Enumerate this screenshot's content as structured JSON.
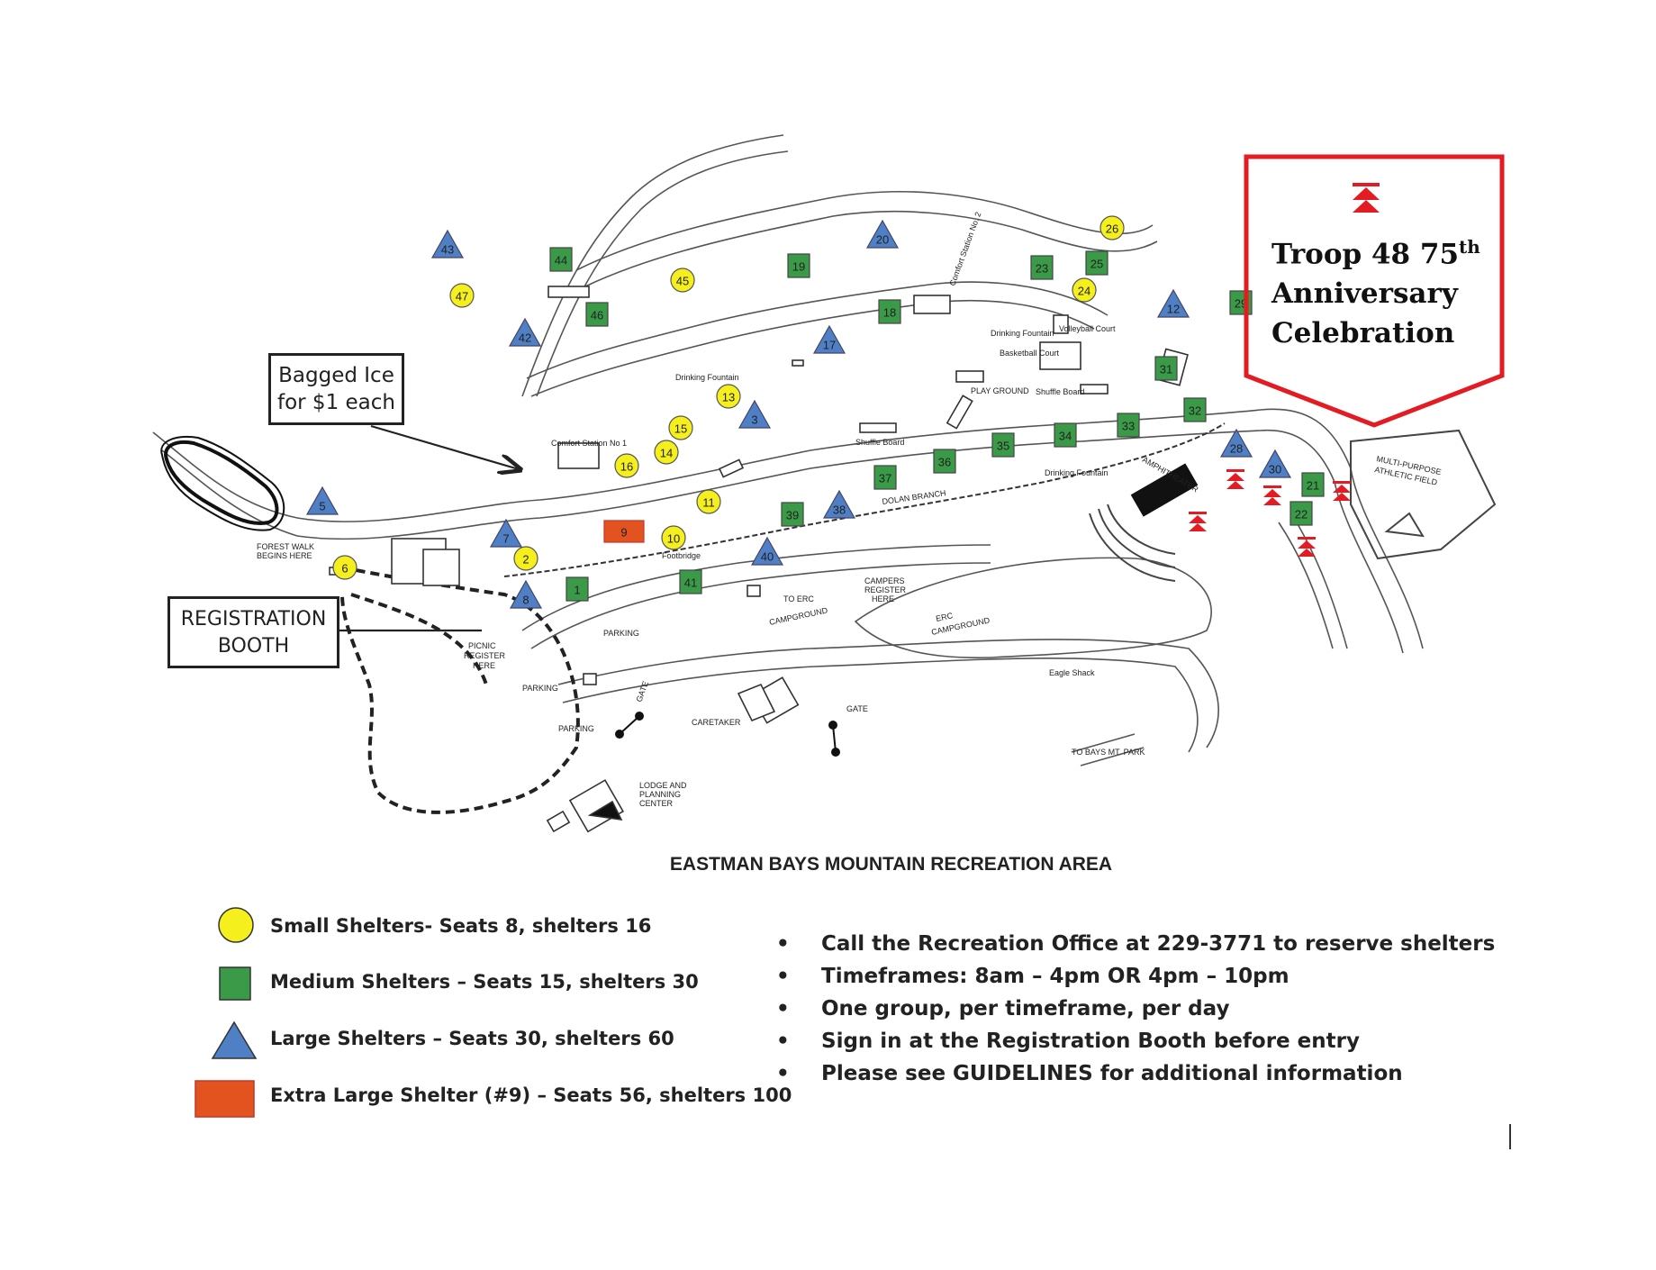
{
  "map": {
    "title": "EASTMAN BAYS MOUNTAIN RECREATION AREA",
    "colors": {
      "small": "#f5ef1e",
      "medium": "#3a9a48",
      "large": "#4f7fc4",
      "extra_large": "#e2531f",
      "highlight_red": "#e31b23"
    },
    "callouts": {
      "bagged_ice_line1": "Bagged Ice",
      "bagged_ice_line2": "for $1 each",
      "registration_line1": "REGISTRATION",
      "registration_line2": "BOOTH"
    },
    "highlight": {
      "line1": "Troop 48 75",
      "line1_sup": "th",
      "line2": "Anniversary",
      "line3": "Celebration"
    },
    "place_labels": {
      "forest_walk": "FOREST WALK",
      "begins_here": "BEGINS HERE",
      "picnic": "PICNIC",
      "register": "REGISTER",
      "here": "HERE",
      "parking": "PARKING",
      "gate": "GATE",
      "caretaker": "CARETAKER",
      "lodge": "LODGE AND",
      "planning": "PLANNING",
      "center": "CENTER",
      "to_erc": "TO ERC",
      "campground": "CAMPGROUND",
      "campers": "CAMPERS",
      "erc": "ERC",
      "eagle_shack": "Eagle Shack",
      "to_bays": "TO BAYS MT. PARK",
      "dolan_branch": "DOLAN BRANCH",
      "amphitheater": "AMPHITHEATER",
      "multi_purpose": "MULTI-PURPOSE",
      "athletic_field": "ATHLETIC FIELD",
      "play_ground": "PLAY GROUND",
      "volleyball_court": "Volleyball Court",
      "basketball_court": "Basketball Court",
      "shuffle_board": "Shuffle Board",
      "drinking_fountain": "Drinking Fountain",
      "comfort_station_1": "Comfort Station No 1",
      "comfort_station_2": "Comfort Station No. 2",
      "footbridge": "Footbridge"
    },
    "shelters": {
      "small": [
        "2",
        "6",
        "10",
        "11",
        "13",
        "14",
        "15",
        "16",
        "24",
        "26",
        "45",
        "47"
      ],
      "medium": [
        "1",
        "18",
        "19",
        "21",
        "22",
        "23",
        "25",
        "29",
        "31",
        "32",
        "33",
        "34",
        "35",
        "36",
        "37",
        "39",
        "41",
        "44",
        "46"
      ],
      "large": [
        "3",
        "5",
        "7",
        "8",
        "12",
        "17",
        "20",
        "28",
        "30",
        "38",
        "40",
        "42",
        "43"
      ],
      "extra_large": [
        "9"
      ]
    },
    "troop_site_marker_count": 7
  },
  "legend": {
    "small": "Small Shelters- Seats 8, shelters 16",
    "medium": "Medium Shelters – Seats 15, shelters 30",
    "large": "Large Shelters – Seats 30, shelters 60",
    "extra_large": "Extra Large Shelter (#9) – Seats 56, shelters 100"
  },
  "notes": [
    "Call the Recreation Office at 229-3771 to reserve shelters",
    "Timeframes: 8am – 4pm OR 4pm – 10pm",
    "One group, per timeframe, per day",
    "Sign in at the Registration Booth before entry",
    "Please see GUIDELINES for additional information"
  ]
}
